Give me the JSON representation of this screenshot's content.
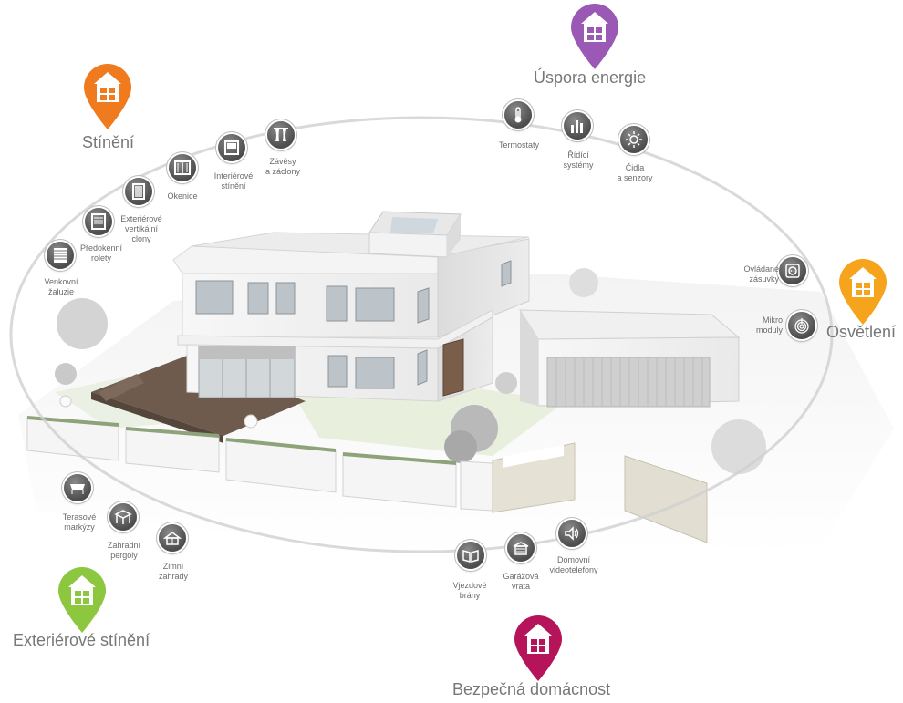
{
  "colors": {
    "stineni": "#f07a1e",
    "uspora": "#9b59b6",
    "osvetleni": "#f5a41b",
    "exterier": "#8dc63f",
    "bezpecna": "#b5135a",
    "icon": "#5a5a5a"
  },
  "categories": {
    "stineni": "Stínění",
    "uspora": "Úspora energie",
    "osvetleni": "Osvětlení",
    "exterier": "Exteriérové stínění",
    "bezpecna": "Bezpečná domácnost"
  },
  "items": {
    "venkovni_zaluzie": "Venkovní\nžaluzie",
    "predokenni_rolety": "Předokenní\nrolety",
    "exterierove_vertikalni_clony": "Exteriérové\nvertikální\nclony",
    "okenice": "Okenice",
    "interierove_stineni": "Interiérové\nstínění",
    "zavesy_a_zaclony": "Závěsy\na záclony",
    "termostaty": "Termostaty",
    "ridici_systemy": "Řídící\nsystémy",
    "cidla_a_senzory": "Čidla\na senzory",
    "ovladane_zasuvky": "Ovládané\nzásuvky",
    "mikro_moduly": "Mikro\nmoduly",
    "terasove_markyzy": "Terasové\nmarkýzy",
    "zahradni_pergoly": "Zahradní\npergoly",
    "zimni_zahrady": "Zimní\nzahrady",
    "vjezdove_brany": "Vjezdové\nbrány",
    "garazova_vrata": "Garážová\nvrata",
    "domovni_videotelefony": "Domovní\nvideotelefony"
  }
}
